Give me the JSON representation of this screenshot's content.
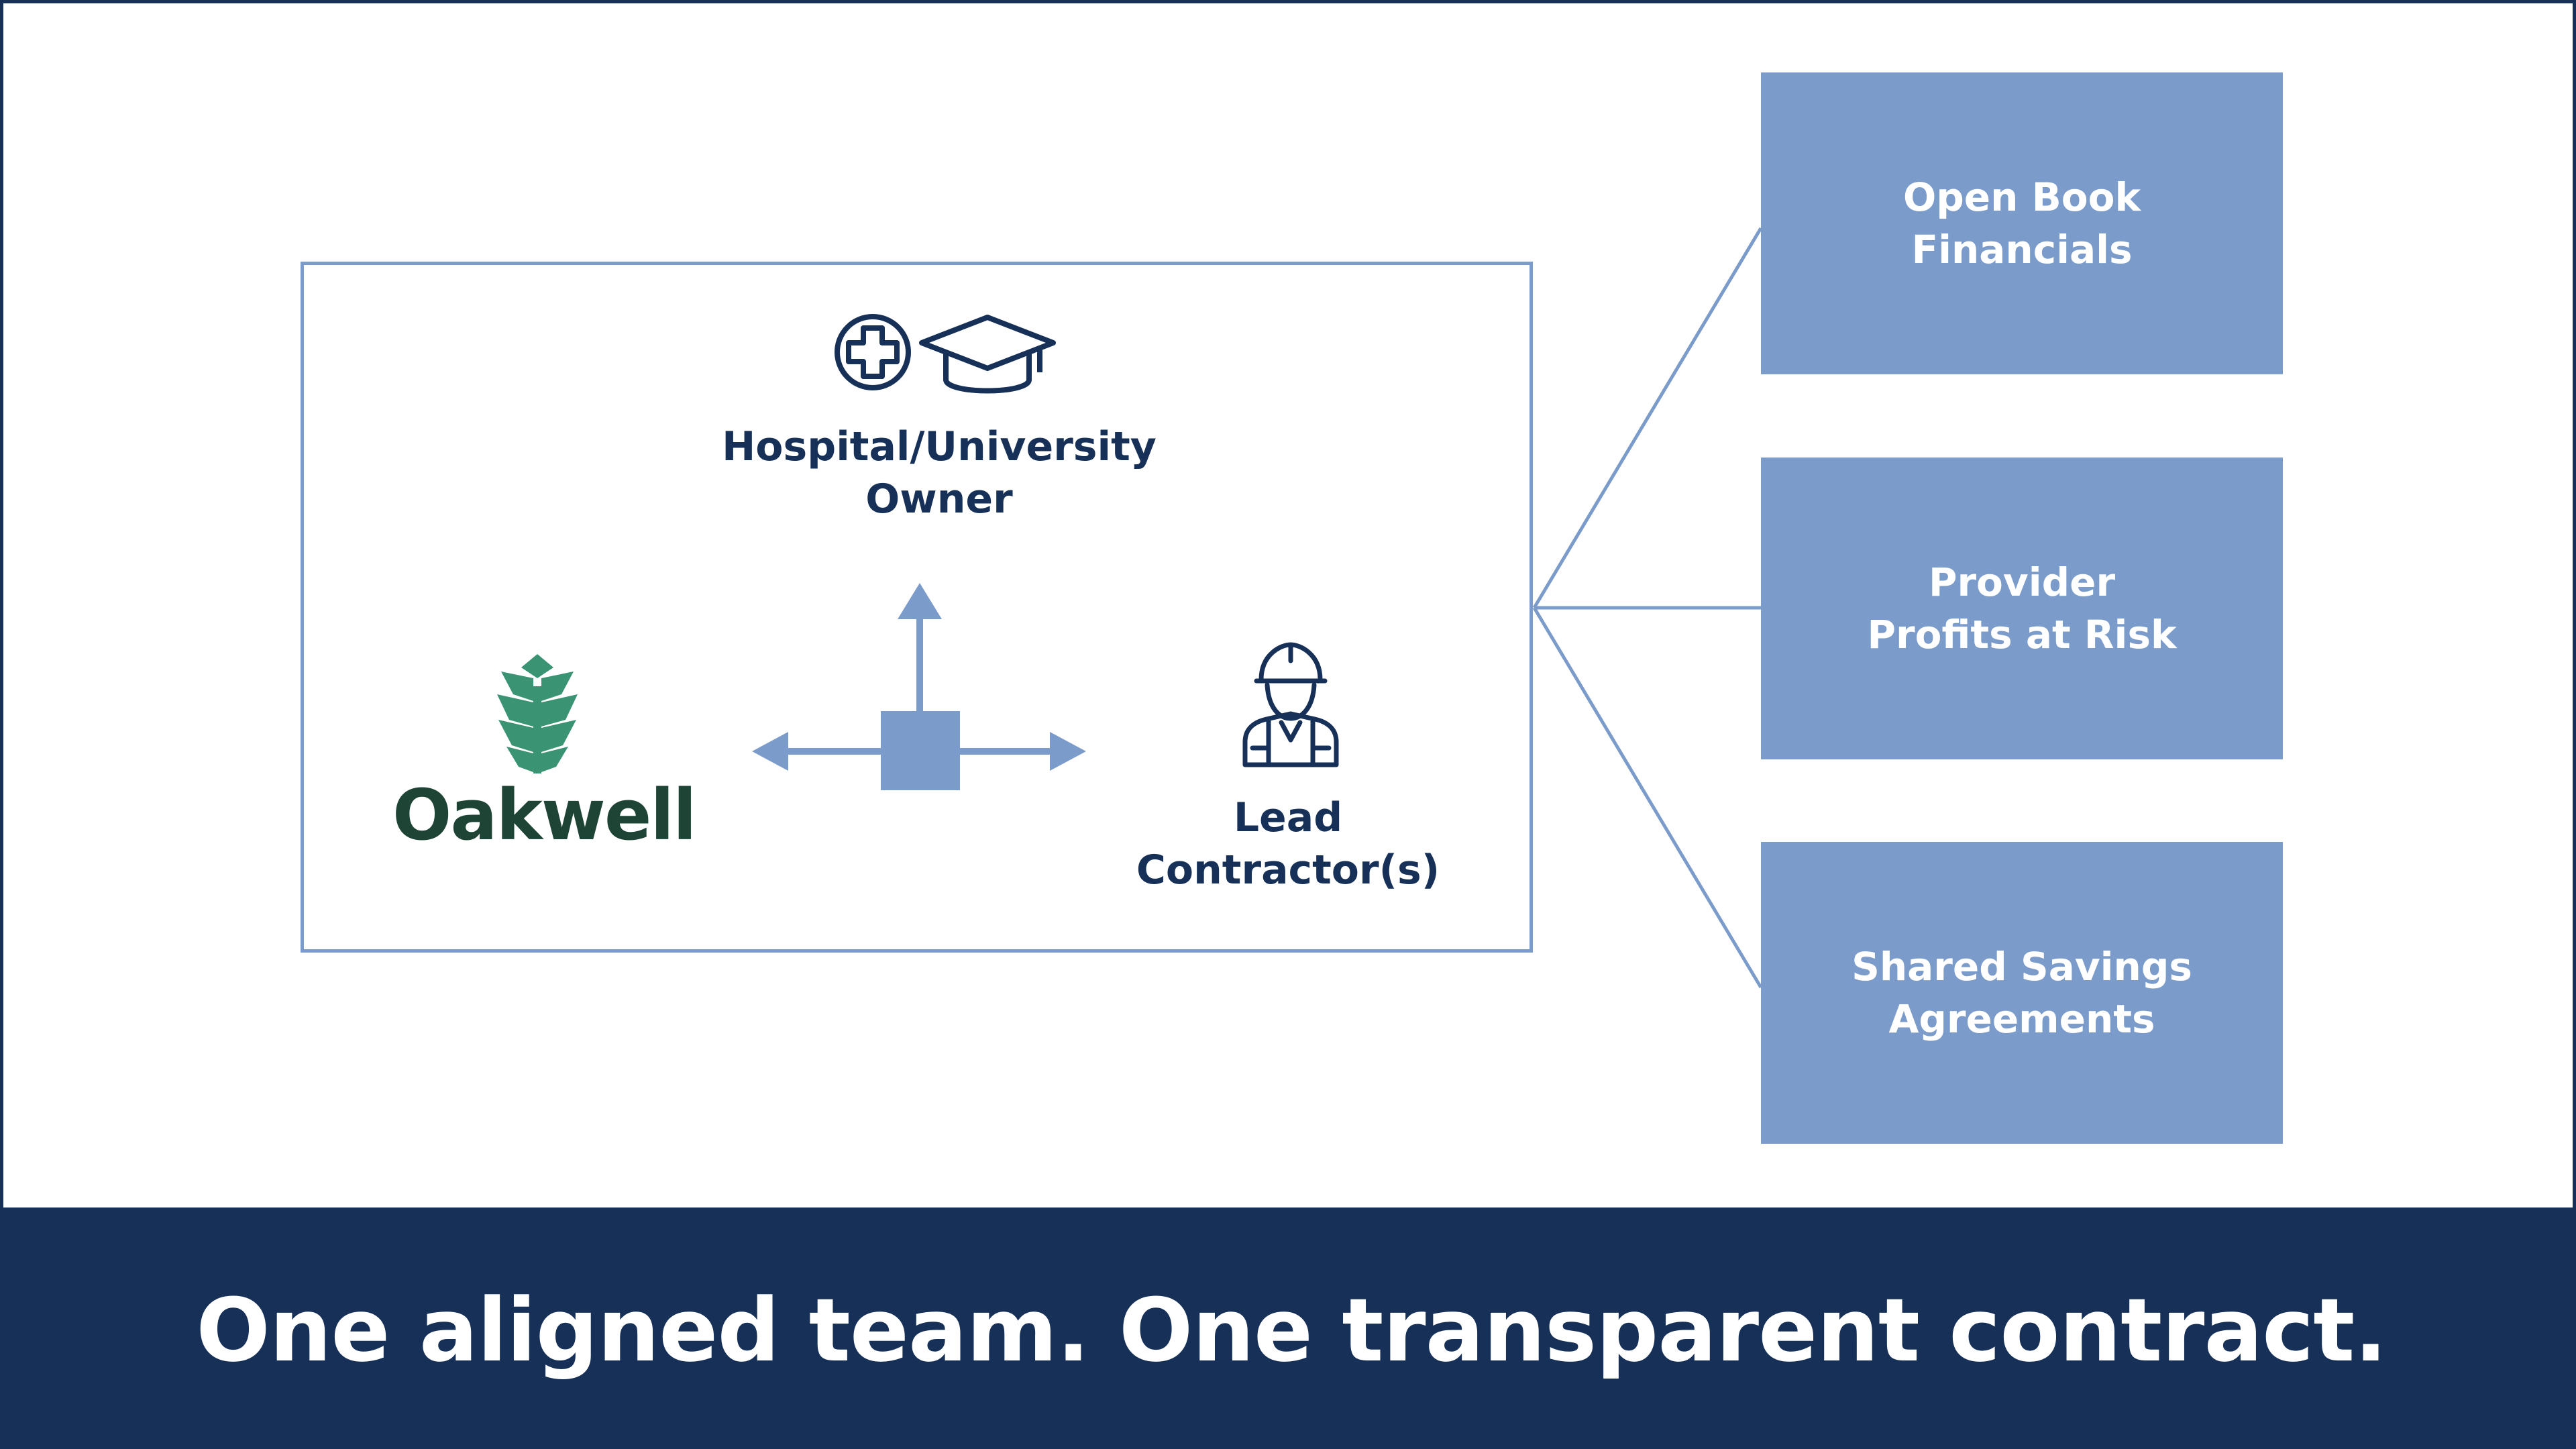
{
  "diagram": {
    "owner": {
      "line1": "Hospital/University",
      "line2": "Owner",
      "icons": [
        "medical-cross-icon",
        "graduation-cap-icon"
      ]
    },
    "contractor": {
      "line1": "Lead",
      "line2": "Contractor(s)",
      "icon": "construction-worker-icon"
    },
    "brand": {
      "name": "Oakwell",
      "icon": "leaf-logo-icon",
      "color": "#1d4434",
      "accent": "#3a9474"
    },
    "benefits": [
      {
        "line1": "Open Book",
        "line2": "Financials"
      },
      {
        "line1": "Provider",
        "line2": "Profits at Risk"
      },
      {
        "line1": "Shared Savings",
        "line2": "Agreements"
      }
    ]
  },
  "footer": {
    "tagline": "One aligned team. One transparent contract."
  },
  "colors": {
    "navy": "#163058",
    "accent_blue": "#7b9cca",
    "white": "#ffffff"
  }
}
